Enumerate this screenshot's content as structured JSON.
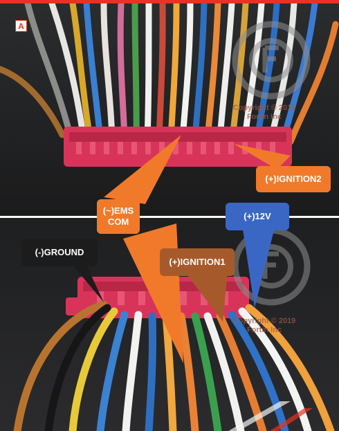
{
  "figure_label": "A",
  "callouts": {
    "ignition2": {
      "text": "(+)IGNITION2",
      "color": "#f07a2a"
    },
    "ems_com": {
      "text": "(~)EMS\nCOM",
      "color": "#f07a2a"
    },
    "twelve_v": {
      "text": "(+)12V",
      "color": "#3b67c4"
    },
    "ground": {
      "text": "(-)GROUND",
      "color": "#1c1c1c"
    },
    "ignition1": {
      "text": "(+)IGNITION1",
      "color": "#a65a2b"
    }
  },
  "watermarks": [
    {
      "line1": "Copyright © 2019",
      "line2": "Fortin Inc"
    },
    {
      "line1": "Copyright © 2019",
      "line2": "Fortin Inc"
    }
  ],
  "colors": {
    "accent_red": "#e63323",
    "connector_pink": "#d8345a"
  }
}
